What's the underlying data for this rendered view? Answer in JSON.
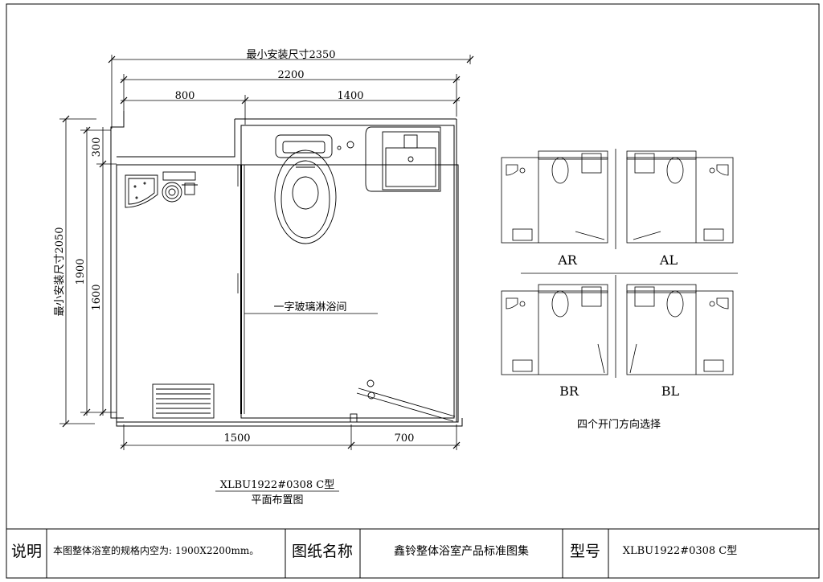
{
  "dimensions": {
    "min_install_width": "最小安装尺寸2350",
    "overall_width": "2200",
    "left_width": "800",
    "right_width": "1400",
    "bottom_left": "1500",
    "bottom_right": "700",
    "min_install_depth": "最小安装尺寸2050",
    "depth": "1900",
    "depth_lower": "1600",
    "depth_upper": "300"
  },
  "plan": {
    "shower_label": "一字玻璃淋浴间",
    "model_code": "XLBU1922#0308   C型",
    "plan_title": "平面布置图"
  },
  "door_options": {
    "labels": [
      "AR",
      "AL",
      "BR",
      "BL"
    ],
    "caption": "四个开门方向选择"
  },
  "title_block": {
    "note_label": "说明",
    "note_text": "本图整体浴室的规格内空为: 1900X2200mm。",
    "drawing_name_label": "图纸名称",
    "drawing_name": "鑫铃整体浴室产品标准图集",
    "model_label": "型号",
    "model_value": "XLBU1922#0308   C型"
  }
}
